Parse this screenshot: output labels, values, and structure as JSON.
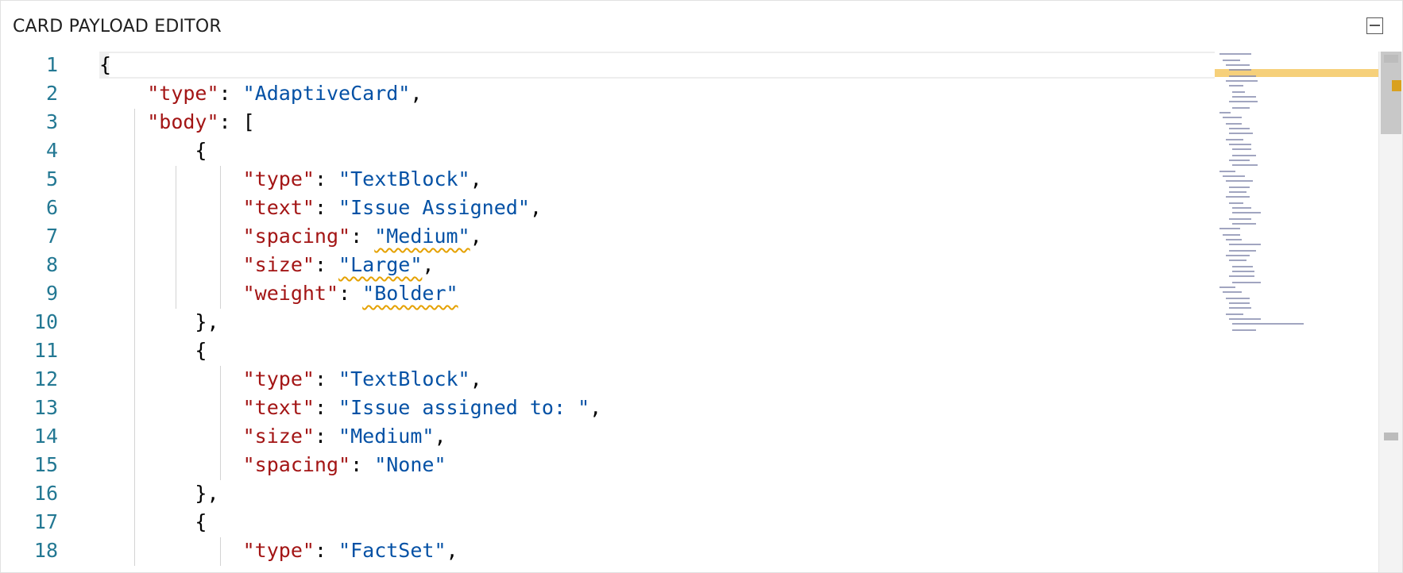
{
  "panel": {
    "title": "CARD PAYLOAD EDITOR",
    "collapse_icon": "minus-square-icon"
  },
  "editor": {
    "line_numbers": [
      "1",
      "2",
      "3",
      "4",
      "5",
      "6",
      "7",
      "8",
      "9",
      "10",
      "11",
      "12",
      "13",
      "14",
      "15",
      "16",
      "17",
      "18"
    ],
    "lines": [
      [
        {
          "t": "{",
          "c": "punct"
        }
      ],
      [
        {
          "t": "    ",
          "c": "punct"
        },
        {
          "t": "\"type\"",
          "c": "key"
        },
        {
          "t": ": ",
          "c": "punct"
        },
        {
          "t": "\"AdaptiveCard\"",
          "c": "str"
        },
        {
          "t": ",",
          "c": "punct"
        }
      ],
      [
        {
          "t": "    ",
          "c": "punct"
        },
        {
          "t": "\"body\"",
          "c": "key"
        },
        {
          "t": ": [",
          "c": "punct"
        }
      ],
      [
        {
          "t": "        {",
          "c": "punct"
        }
      ],
      [
        {
          "t": "            ",
          "c": "punct"
        },
        {
          "t": "\"type\"",
          "c": "key"
        },
        {
          "t": ": ",
          "c": "punct"
        },
        {
          "t": "\"TextBlock\"",
          "c": "str"
        },
        {
          "t": ",",
          "c": "punct"
        }
      ],
      [
        {
          "t": "            ",
          "c": "punct"
        },
        {
          "t": "\"text\"",
          "c": "key"
        },
        {
          "t": ": ",
          "c": "punct"
        },
        {
          "t": "\"Issue Assigned\"",
          "c": "str"
        },
        {
          "t": ",",
          "c": "punct"
        }
      ],
      [
        {
          "t": "            ",
          "c": "punct"
        },
        {
          "t": "\"spacing\"",
          "c": "key"
        },
        {
          "t": ": ",
          "c": "punct"
        },
        {
          "t": "\"Medium\"",
          "c": "str squig"
        },
        {
          "t": ",",
          "c": "punct"
        }
      ],
      [
        {
          "t": "            ",
          "c": "punct"
        },
        {
          "t": "\"size\"",
          "c": "key"
        },
        {
          "t": ": ",
          "c": "punct"
        },
        {
          "t": "\"Large\"",
          "c": "str squig"
        },
        {
          "t": ",",
          "c": "punct"
        }
      ],
      [
        {
          "t": "            ",
          "c": "punct"
        },
        {
          "t": "\"weight\"",
          "c": "key"
        },
        {
          "t": ": ",
          "c": "punct"
        },
        {
          "t": "\"Bolder\"",
          "c": "str squig"
        }
      ],
      [
        {
          "t": "        },",
          "c": "punct"
        }
      ],
      [
        {
          "t": "        {",
          "c": "punct"
        }
      ],
      [
        {
          "t": "            ",
          "c": "punct"
        },
        {
          "t": "\"type\"",
          "c": "key"
        },
        {
          "t": ": ",
          "c": "punct"
        },
        {
          "t": "\"TextBlock\"",
          "c": "str"
        },
        {
          "t": ",",
          "c": "punct"
        }
      ],
      [
        {
          "t": "            ",
          "c": "punct"
        },
        {
          "t": "\"text\"",
          "c": "key"
        },
        {
          "t": ": ",
          "c": "punct"
        },
        {
          "t": "\"Issue assigned to: \"",
          "c": "str"
        },
        {
          "t": ",",
          "c": "punct"
        }
      ],
      [
        {
          "t": "            ",
          "c": "punct"
        },
        {
          "t": "\"size\"",
          "c": "key"
        },
        {
          "t": ": ",
          "c": "punct"
        },
        {
          "t": "\"Medium\"",
          "c": "str"
        },
        {
          "t": ",",
          "c": "punct"
        }
      ],
      [
        {
          "t": "            ",
          "c": "punct"
        },
        {
          "t": "\"spacing\"",
          "c": "key"
        },
        {
          "t": ": ",
          "c": "punct"
        },
        {
          "t": "\"None\"",
          "c": "str"
        }
      ],
      [
        {
          "t": "        },",
          "c": "punct"
        }
      ],
      [
        {
          "t": "        {",
          "c": "punct"
        }
      ],
      [
        {
          "t": "            ",
          "c": "punct"
        },
        {
          "t": "\"type\"",
          "c": "key"
        },
        {
          "t": ": ",
          "c": "punct"
        },
        {
          "t": "\"FactSet\"",
          "c": "str"
        },
        {
          "t": ",",
          "c": "punct"
        }
      ]
    ]
  },
  "colors": {
    "key": "#a31515",
    "string": "#0451a5",
    "line_number": "#237893",
    "warning": "#e5a100"
  }
}
